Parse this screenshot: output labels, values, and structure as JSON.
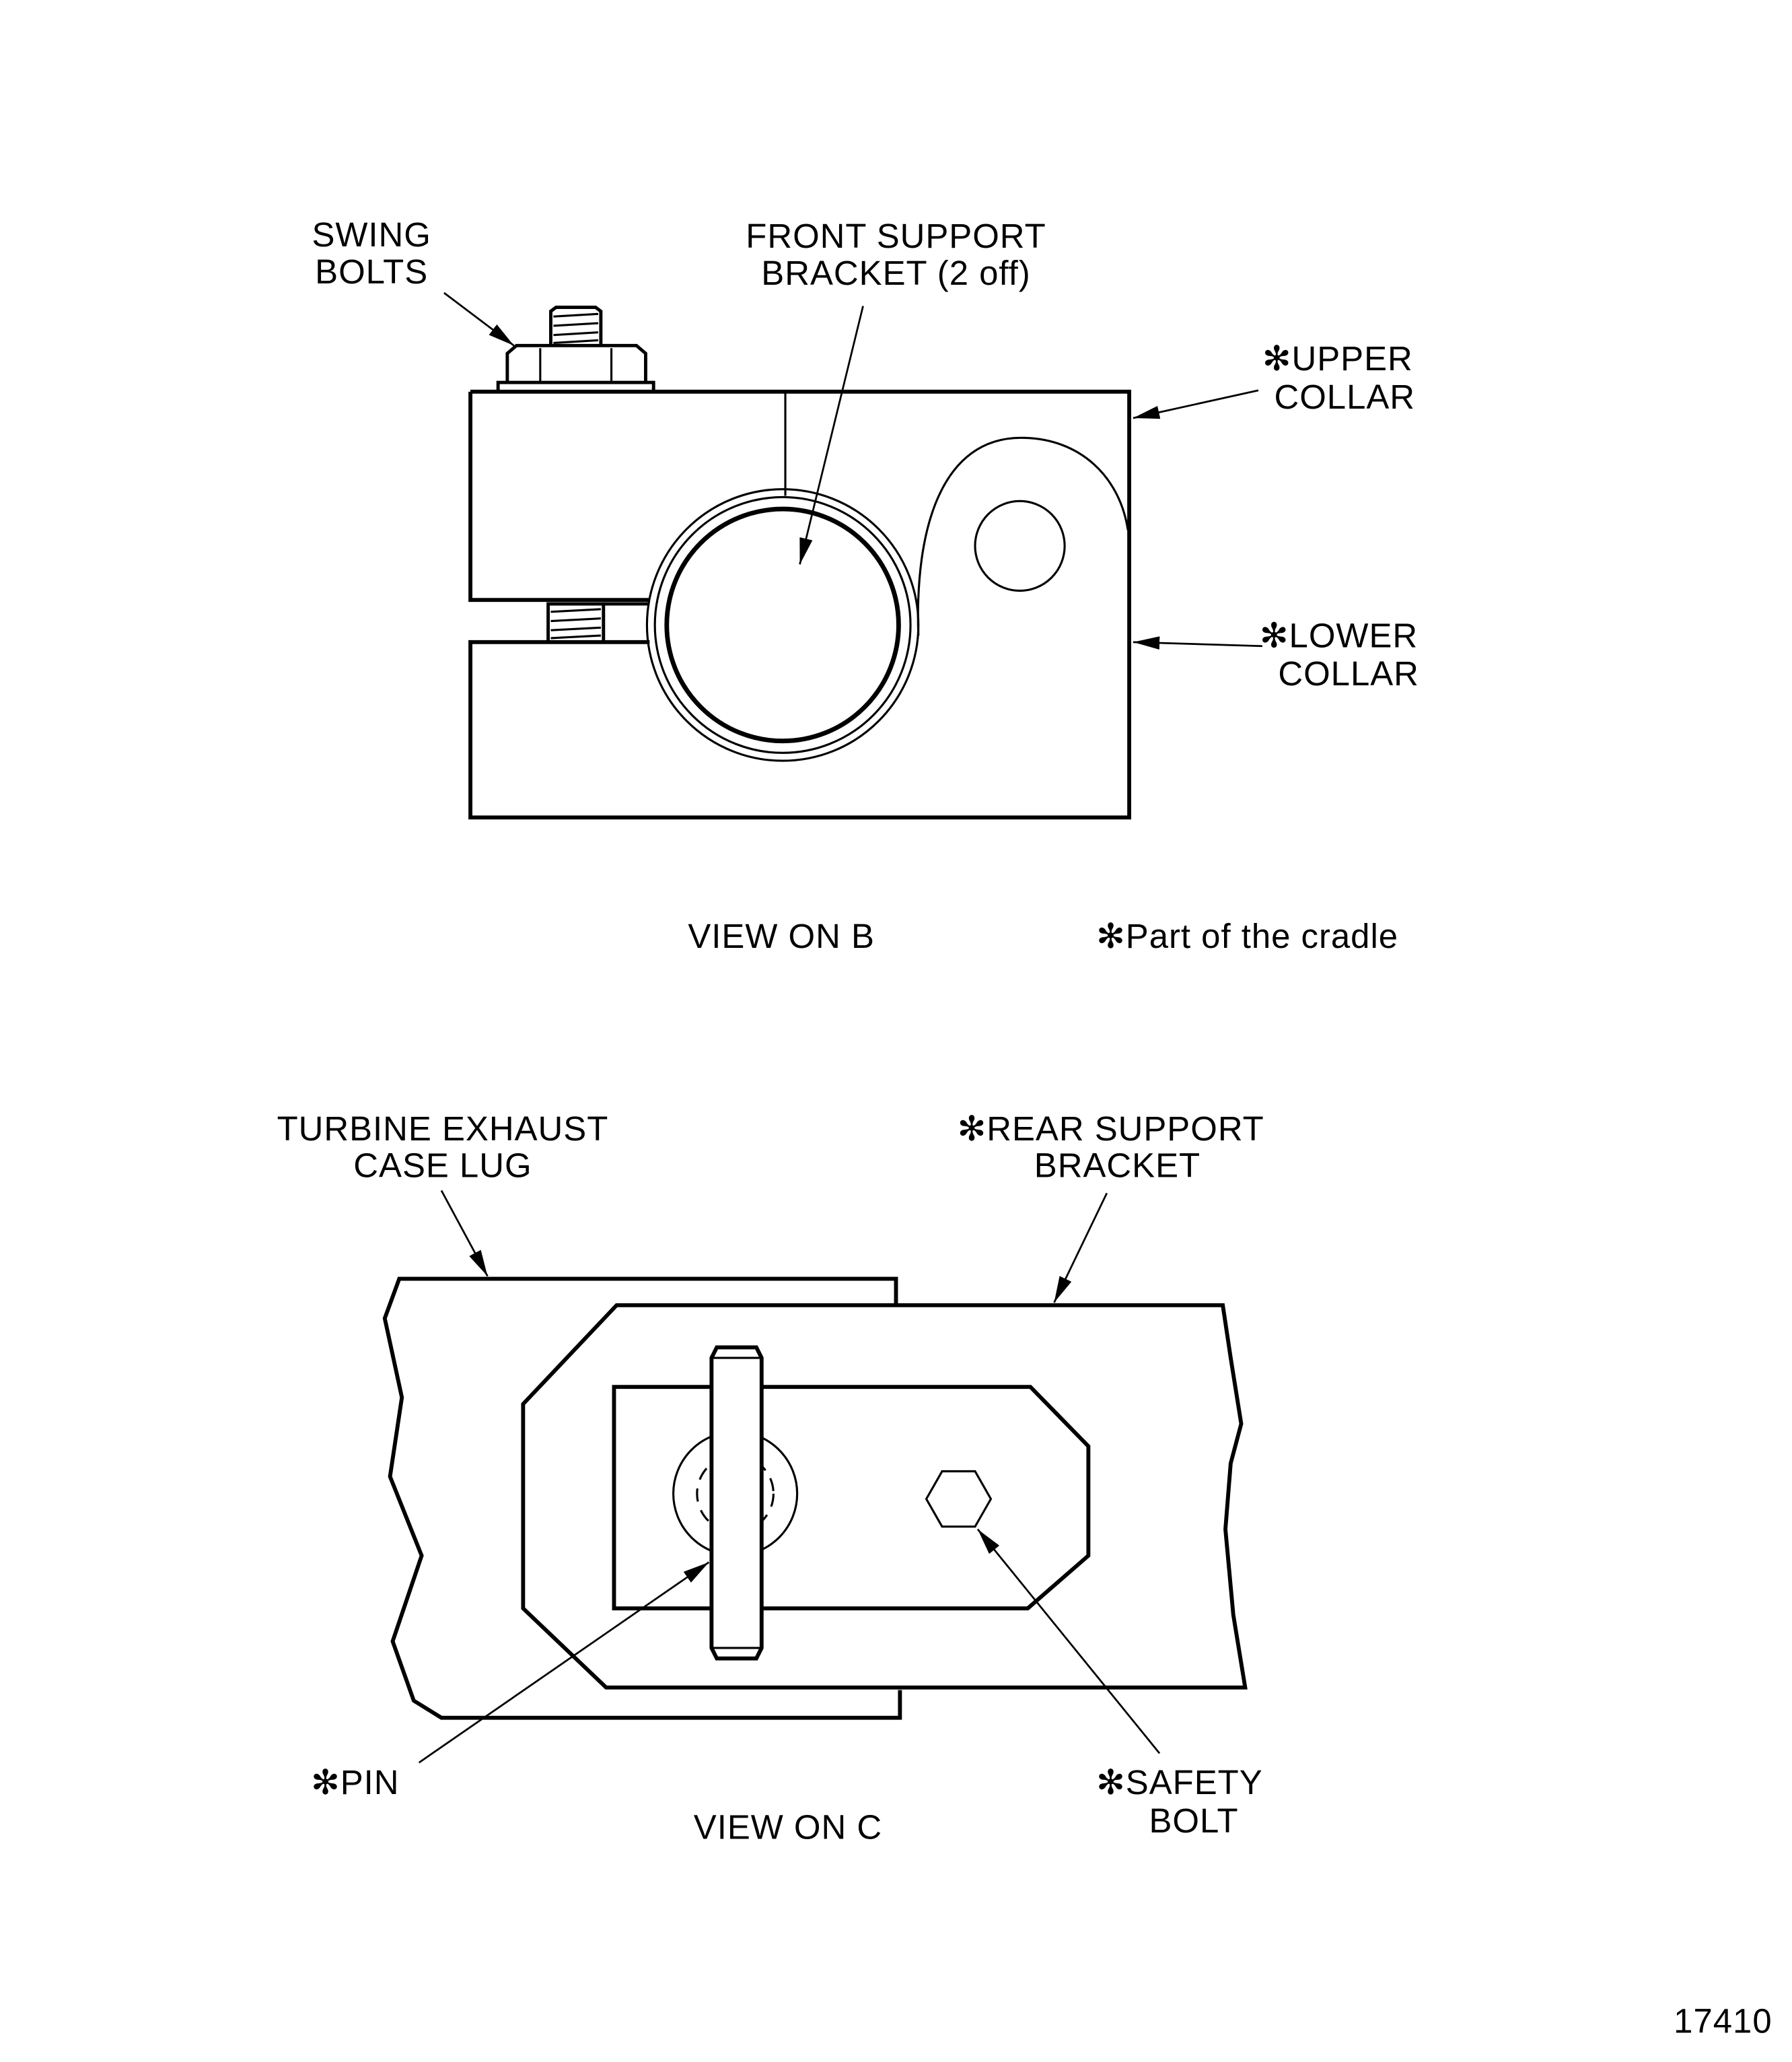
{
  "view_b": {
    "title": "VIEW ON B",
    "footnote": "✻Part of the cradle",
    "labels": {
      "swing_bolts": [
        "SWING",
        "BOLTS"
      ],
      "front_support_bracket": [
        "FRONT SUPPORT",
        "BRACKET (2 off)"
      ],
      "upper_collar": [
        "✻UPPER",
        "COLLAR"
      ],
      "lower_collar": [
        "✻LOWER",
        "COLLAR"
      ]
    }
  },
  "view_c": {
    "title": "VIEW ON C",
    "labels": {
      "turbine_exhaust_case_lug": [
        "TURBINE EXHAUST",
        "CASE LUG"
      ],
      "rear_support_bracket": [
        "✻REAR SUPPORT",
        "BRACKET"
      ],
      "pin": [
        "✻PIN"
      ],
      "safety_bolt": [
        "✻SAFETY",
        "BOLT"
      ]
    }
  },
  "figure_number": "17410"
}
